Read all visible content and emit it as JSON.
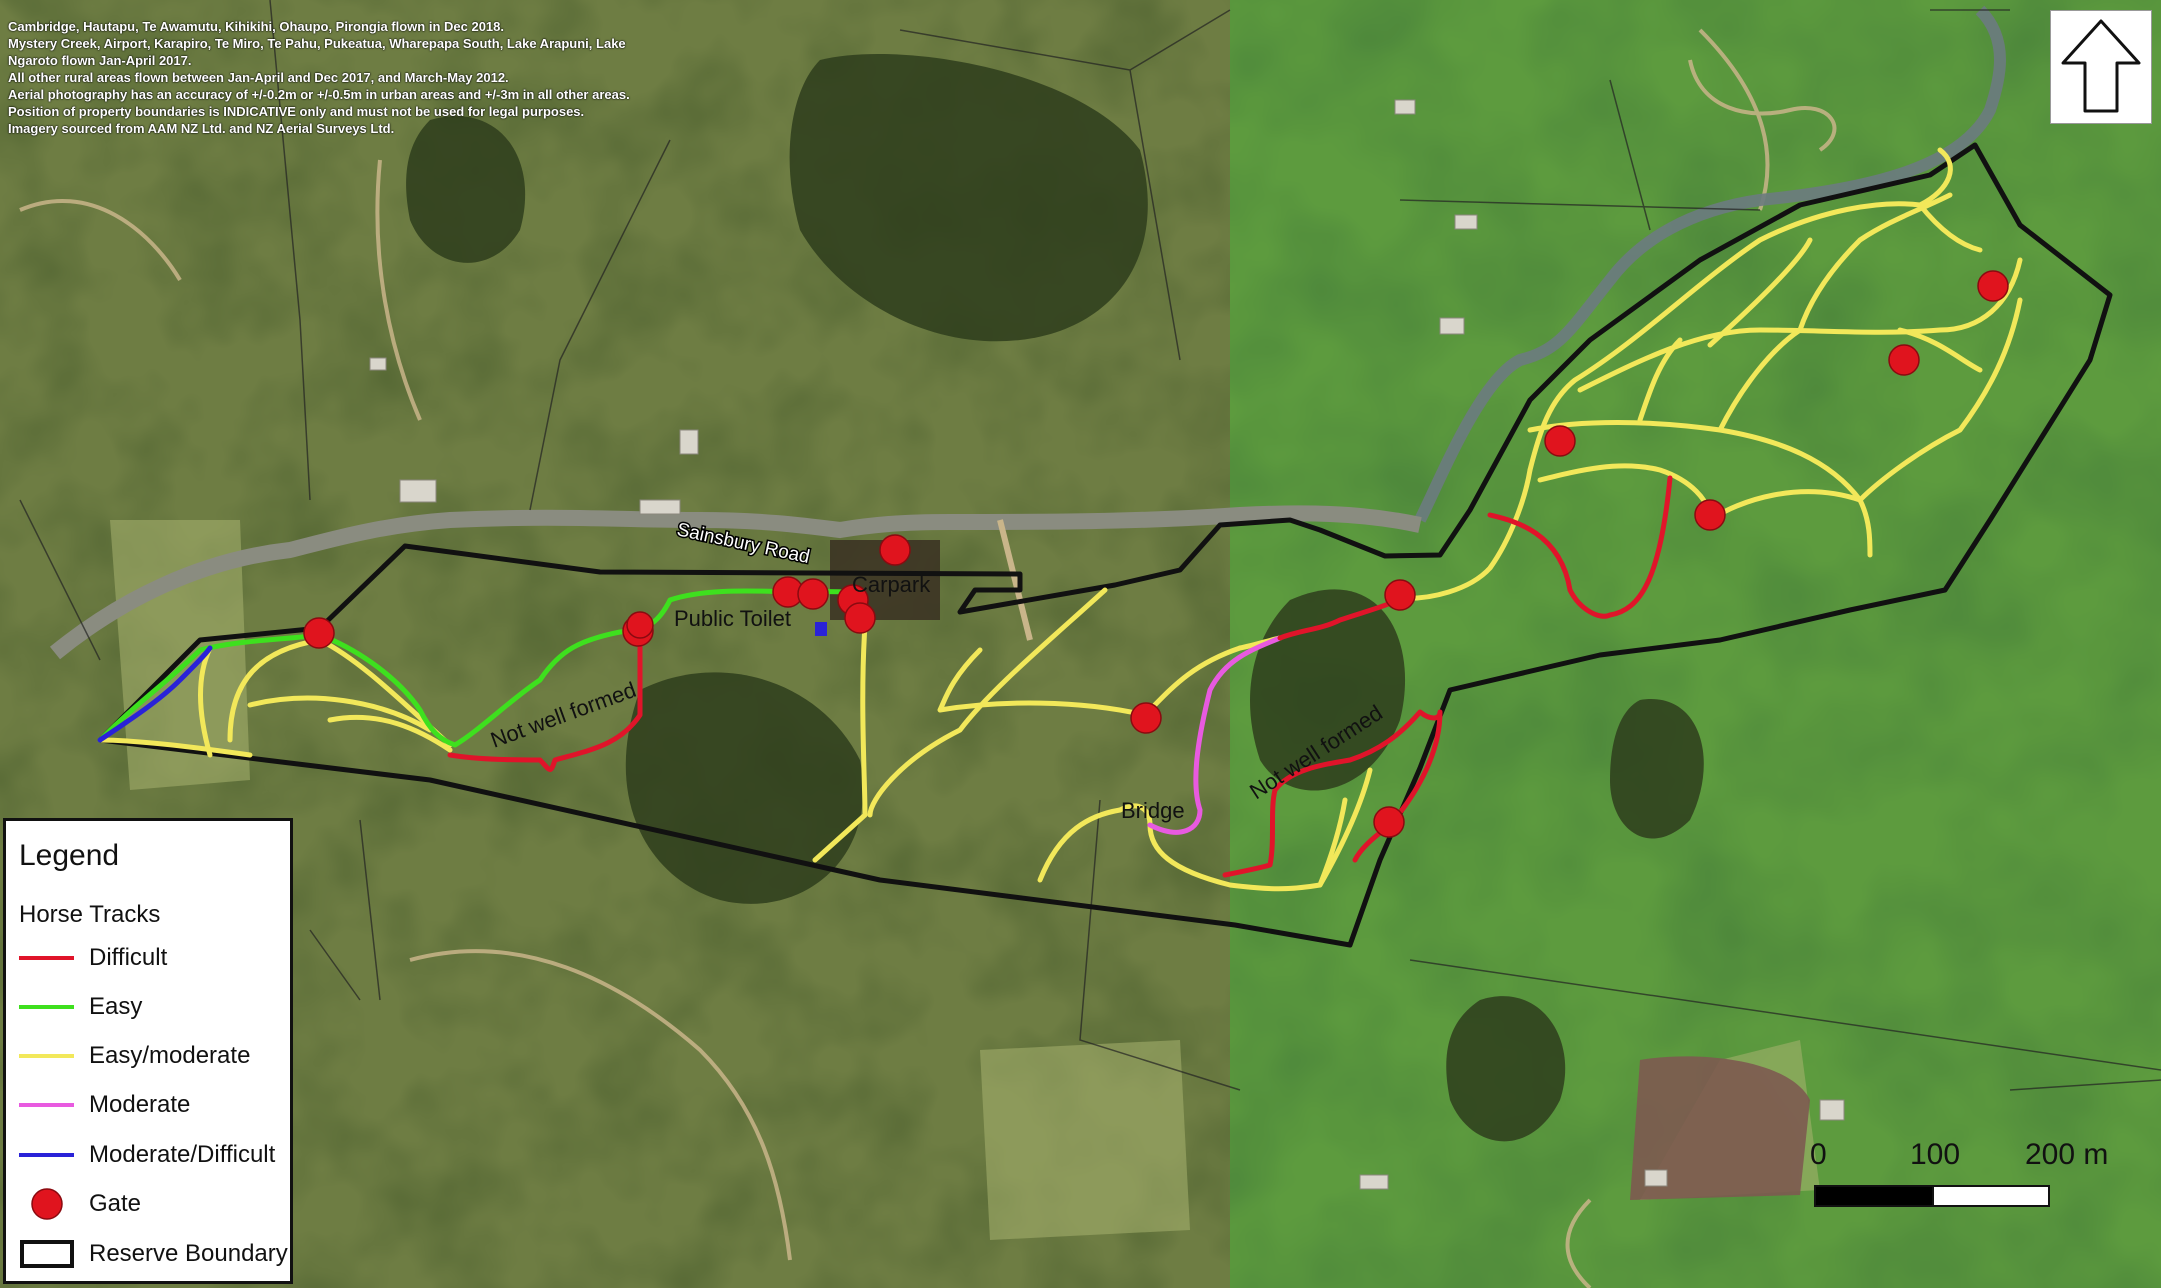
{
  "disclaimer": [
    "Cambridge, Hautapu, Te Awamutu, Kihikihi, Ohaupo, Pirongia flown in Dec 2018.",
    "Mystery Creek, Airport, Karapiro, Te Miro, Te Pahu, Pukeatua, Wharepapa South, Lake Arapuni, Lake",
    "Ngaroto flown Jan-April 2017.",
    "All other rural areas flown between Jan-April and Dec 2017, and March-May 2012.",
    "Aerial photography has an accuracy of +/-0.2m or +/-0.5m in urban areas and +/-3m in all other areas.",
    "Position of property boundaries is INDICATIVE only and must not be used for legal purposes.",
    "Imagery sourced from AAM NZ Ltd. and NZ Aerial Surveys Ltd."
  ],
  "north_arrow": {
    "icon": "north-arrow-icon"
  },
  "map_labels": {
    "road": "Sainsbury Road",
    "carpark": "Carpark",
    "toilet": "Public Toilet",
    "not_well_formed_1": "Not well formed",
    "not_well_formed_2": "Not well formed",
    "bridge": "Bridge"
  },
  "legend": {
    "title": "Legend",
    "subtitle": "Horse Tracks",
    "items": [
      {
        "label": "Difficult",
        "color": "#e0142a",
        "symbol": "line"
      },
      {
        "label": "Easy",
        "color": "#3ee01e",
        "symbol": "line"
      },
      {
        "label": "Easy/moderate",
        "color": "#f2e85a",
        "symbol": "line"
      },
      {
        "label": "Moderate",
        "color": "#e85ae0",
        "symbol": "line"
      },
      {
        "label": "Moderate/Difficult",
        "color": "#2a22d8",
        "symbol": "line"
      },
      {
        "label": "Gate",
        "color": "#e0141e",
        "symbol": "circle"
      },
      {
        "label": "Reserve Boundary",
        "color": "#111111",
        "symbol": "box"
      }
    ]
  },
  "scale": {
    "labels": [
      "0",
      "100",
      "200 m"
    ]
  }
}
